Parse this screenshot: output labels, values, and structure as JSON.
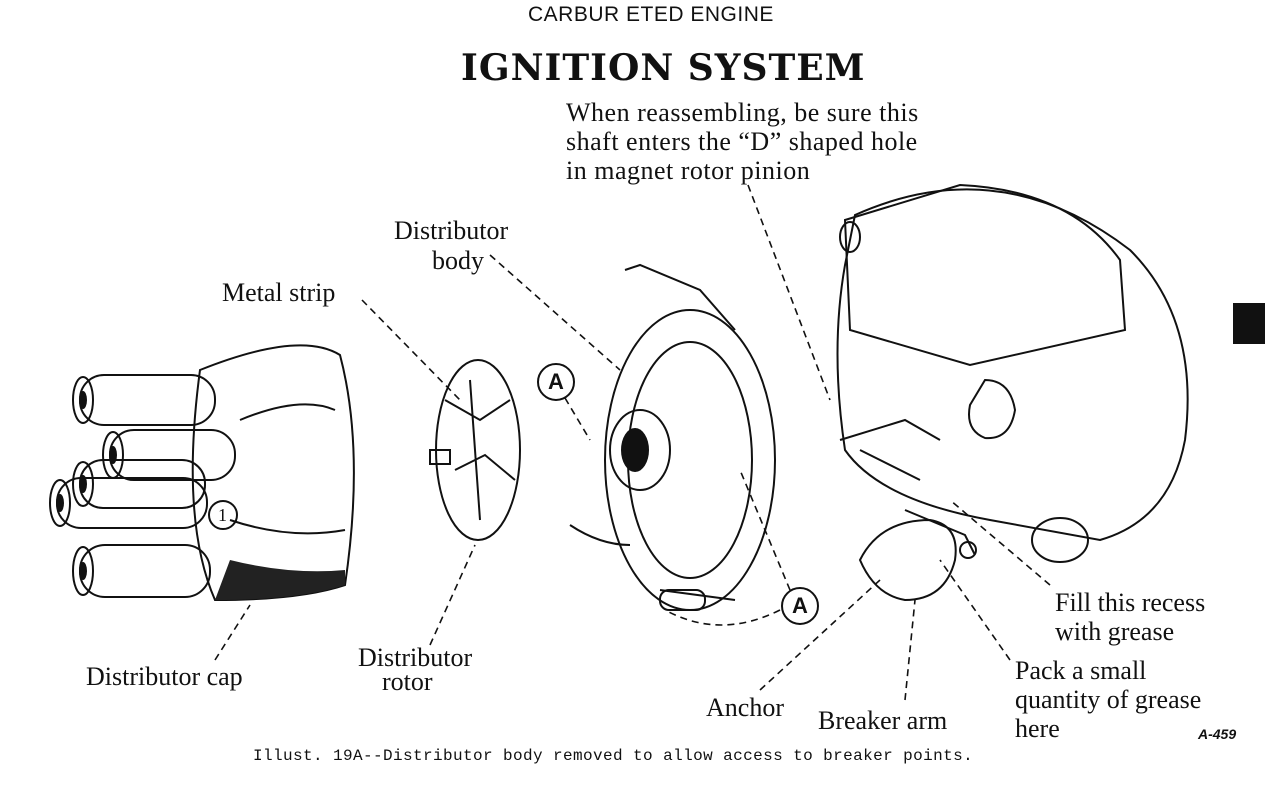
{
  "header": "CARBUR ETED ENGINE",
  "title": "IGNITION SYSTEM",
  "note_lines": [
    "When reassembling, be sure this",
    "shaft enters the “D” shaped hole",
    "in magnet rotor pinion"
  ],
  "labels": {
    "distributor_body": [
      "Distributor",
      "body"
    ],
    "metal_strip": "Metal strip",
    "distributor_cap": "Distributor cap",
    "distributor_rotor": [
      "Distributor",
      "rotor"
    ],
    "fill_recess": [
      "Fill this recess",
      "with grease"
    ],
    "pack_grease": [
      "Pack a small",
      "quantity of grease",
      "here"
    ],
    "anchor": "Anchor",
    "breaker_arm": "Breaker arm",
    "marker_a": "A",
    "marker_1": "1"
  },
  "figure_number": "A-459",
  "caption": "Illust. 19A--Distributor body removed to allow access to breaker points."
}
